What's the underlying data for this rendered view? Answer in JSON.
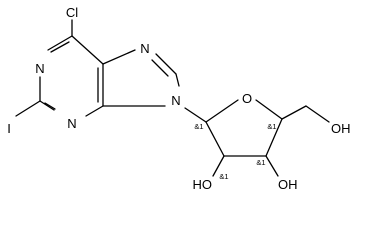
{
  "atoms": {
    "cl": "Cl",
    "n1": "N",
    "i": "I",
    "n3": "N",
    "n7": "N",
    "n9": "N",
    "o_ring": "O",
    "oh_5p": "OH",
    "ho_2p": "HO",
    "oh_3p": "OH"
  },
  "stereo": {
    "c1p": "&1",
    "c2p": "&1",
    "c3p": "&1",
    "c4p": "&1"
  }
}
